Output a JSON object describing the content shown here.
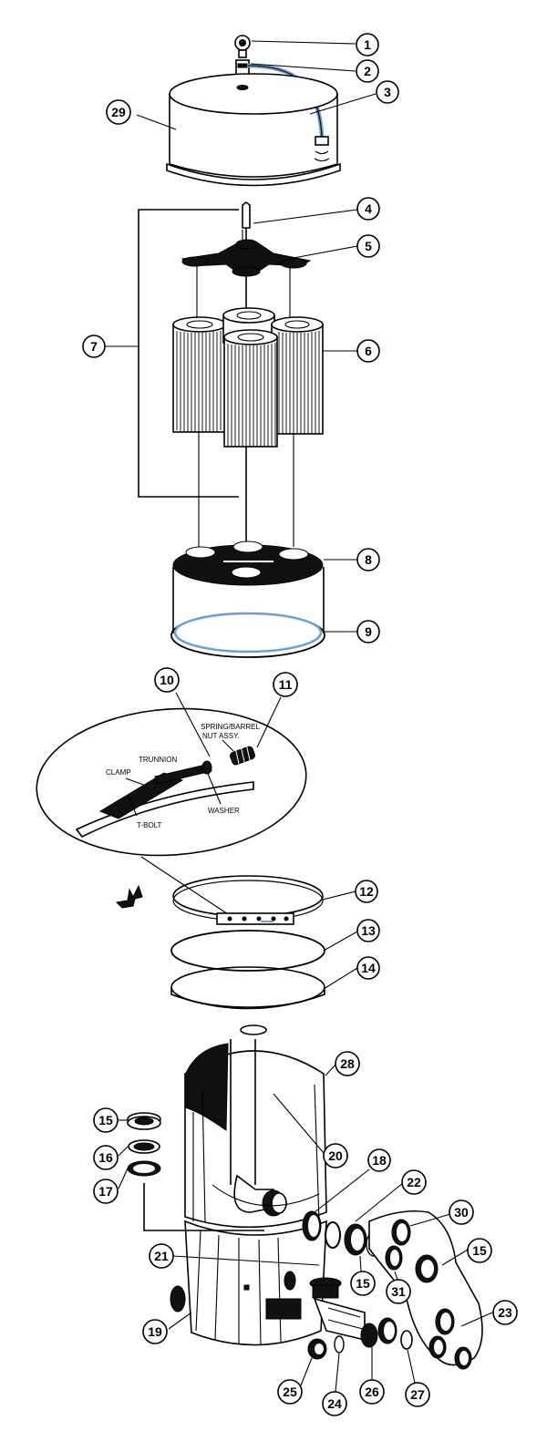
{
  "diagram": {
    "callouts": [
      {
        "n": "1"
      },
      {
        "n": "2"
      },
      {
        "n": "3"
      },
      {
        "n": "29"
      },
      {
        "n": "4"
      },
      {
        "n": "5"
      },
      {
        "n": "7"
      },
      {
        "n": "6"
      },
      {
        "n": "8"
      },
      {
        "n": "9"
      },
      {
        "n": "10"
      },
      {
        "n": "11"
      },
      {
        "n": "12"
      },
      {
        "n": "13"
      },
      {
        "n": "14"
      },
      {
        "n": "28"
      },
      {
        "n": "15"
      },
      {
        "n": "16"
      },
      {
        "n": "17"
      },
      {
        "n": "20"
      },
      {
        "n": "18"
      },
      {
        "n": "22"
      },
      {
        "n": "30"
      },
      {
        "n": "15"
      },
      {
        "n": "21"
      },
      {
        "n": "15"
      },
      {
        "n": "31"
      },
      {
        "n": "23"
      },
      {
        "n": "19"
      },
      {
        "n": "25"
      },
      {
        "n": "24"
      },
      {
        "n": "26"
      },
      {
        "n": "27"
      }
    ],
    "inset_labels": {
      "spring_line1": "SPRING/BARREL",
      "spring_line2": "NUT ASSY.",
      "trunnion": "TRUNNION",
      "clamp": "CLAMP",
      "washer": "WASHER",
      "tbolt": "T-BOLT"
    },
    "accent_color": "#6a9fd4"
  }
}
